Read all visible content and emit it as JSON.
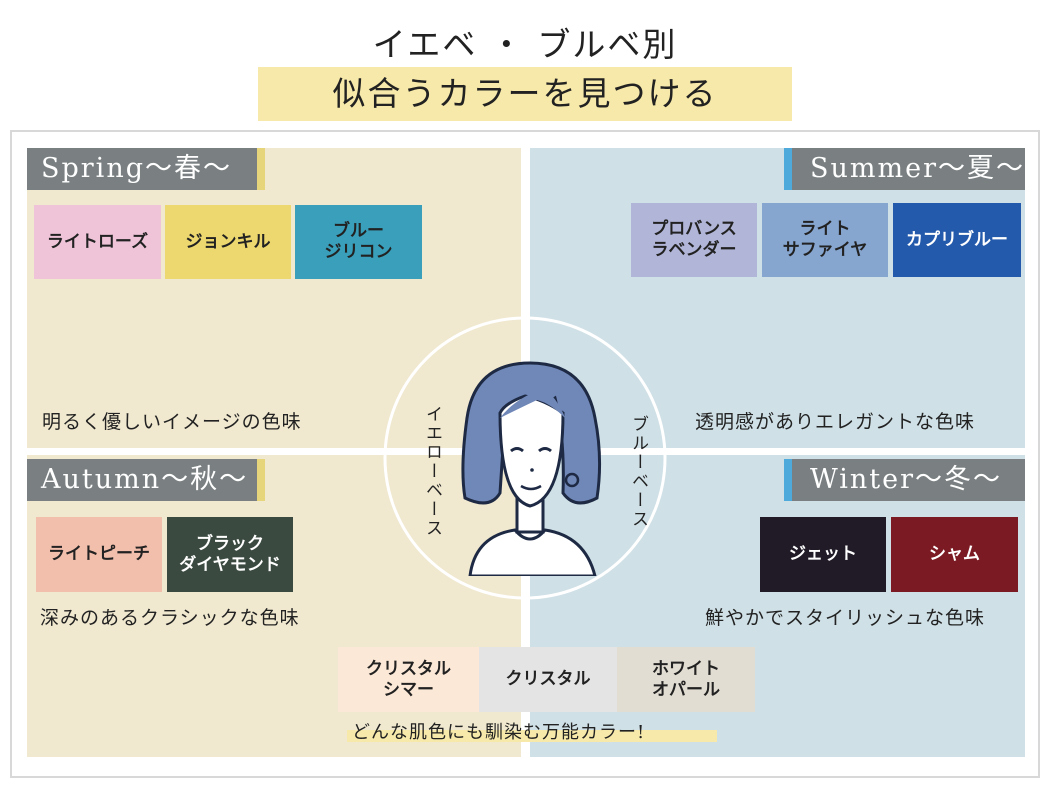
{
  "title": {
    "line1": "イエベ ・ ブルベ別",
    "line2": "似合うカラーを見つける"
  },
  "spring": {
    "header": "Spring～春～",
    "desc": "明るく優しいイメージの色味",
    "swatches": [
      {
        "label": "ライトローズ",
        "color": "#efc4d8"
      },
      {
        "label": "ジョンキル",
        "color": "#ecd86e"
      },
      {
        "label": "ブルー\nジリコン",
        "color": "#399fba"
      }
    ]
  },
  "summer": {
    "header": "Summer～夏～",
    "desc": "透明感がありエレガントな色味",
    "swatches": [
      {
        "label": "プロバンス\nラベンダー",
        "color": "#b1b5d7"
      },
      {
        "label": "ライト\nサファイヤ",
        "color": "#86a5cf"
      },
      {
        "label": "カプリブルー",
        "color": "#245aab"
      }
    ]
  },
  "autumn": {
    "header": "Autumn～秋～",
    "desc": "深みのあるクラシックな色味",
    "swatches": [
      {
        "label": "ライトピーチ",
        "color": "#f2bfad"
      },
      {
        "label": "ブラック\nダイヤモンド",
        "color": "#3a4a40"
      }
    ]
  },
  "winter": {
    "header": "Winter～冬～",
    "desc": "鮮やかでスタイリッシュな色味",
    "swatches": [
      {
        "label": "ジェット",
        "color": "#211b27"
      },
      {
        "label": "シャム",
        "color": "#7b1a22"
      }
    ]
  },
  "universal": {
    "tagline": "どんな肌色にも馴染む万能カラー!",
    "swatches": [
      {
        "label": "クリスタル\nシマー",
        "color": "#fbe8d6"
      },
      {
        "label": "クリスタル",
        "color": "#e3e4e3"
      },
      {
        "label": "ホワイト\nオパール",
        "color": "#e2ddd2"
      }
    ]
  },
  "center": {
    "yellow_base": "イエローベース",
    "blue_base": "ブルーベース"
  }
}
